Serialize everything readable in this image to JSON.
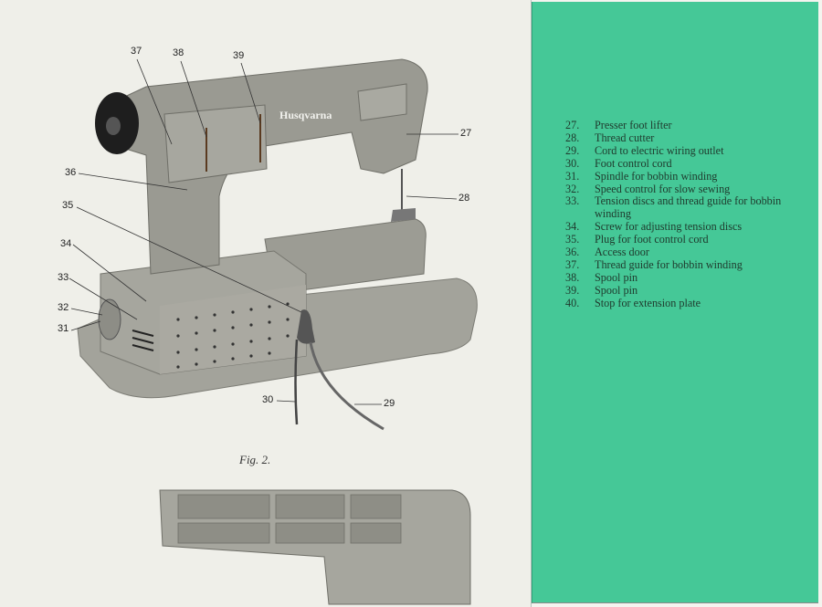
{
  "figure": {
    "caption": "Fig. 2.",
    "brand": "Husqvarna",
    "callouts": [
      "37",
      "38",
      "39",
      "27",
      "28",
      "36",
      "35",
      "34",
      "33",
      "32",
      "31",
      "30",
      "29"
    ]
  },
  "legend": [
    {
      "num": "27.",
      "text": "Presser foot lifter"
    },
    {
      "num": "28.",
      "text": "Thread cutter"
    },
    {
      "num": "29.",
      "text": "Cord to electric wiring outlet"
    },
    {
      "num": "30.",
      "text": "Foot control cord"
    },
    {
      "num": "31.",
      "text": "Spindle for bobbin winding"
    },
    {
      "num": "32.",
      "text": "Speed control for slow sewing"
    },
    {
      "num": "33.",
      "text": "Tension discs and thread guide for bobbin winding"
    },
    {
      "num": "34.",
      "text": "Screw for adjusting tension discs"
    },
    {
      "num": "35.",
      "text": "Plug for foot control cord"
    },
    {
      "num": "36.",
      "text": "Access door"
    },
    {
      "num": "37.",
      "text": "Thread guide for bobbin winding"
    },
    {
      "num": "38.",
      "text": "Spool pin"
    },
    {
      "num": "39.",
      "text": "Spool pin"
    },
    {
      "num": "40.",
      "text": "Stop for extension plate"
    }
  ],
  "colors": {
    "page": "#efefe9",
    "panel": "#45c897",
    "machine": "#9a9a92"
  }
}
